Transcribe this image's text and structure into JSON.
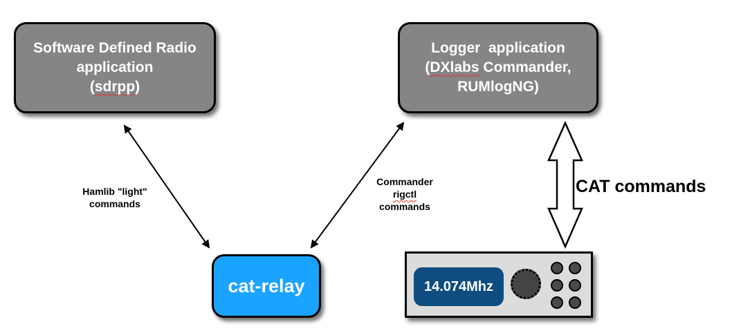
{
  "boxes": {
    "sdr": {
      "line1": "Software Defined Radio",
      "line2": "application",
      "line3_open": "(",
      "line3_word": "sdrpp",
      "line3_close": ")"
    },
    "logger": {
      "line1": "Logger  application",
      "line2_open": "(",
      "line2_word": "DXlabs",
      "line2_rest": " Commander,",
      "line3": "RUMlogNG)"
    },
    "relay": {
      "label": "cat-relay"
    }
  },
  "edges": {
    "hamlib": {
      "line1": "Hamlib \"light\"",
      "line2": "commands"
    },
    "commander": {
      "line1": "Commander",
      "line2": "rigctl",
      "line3": "commands"
    },
    "cat": {
      "label": "CAT commands"
    }
  },
  "radio": {
    "frequency": "14.074Mhz",
    "button_count": 6
  },
  "colors": {
    "box_gray": "#858585",
    "relay_blue": "#1aa3ff",
    "display_navy": "#0f4d80"
  }
}
